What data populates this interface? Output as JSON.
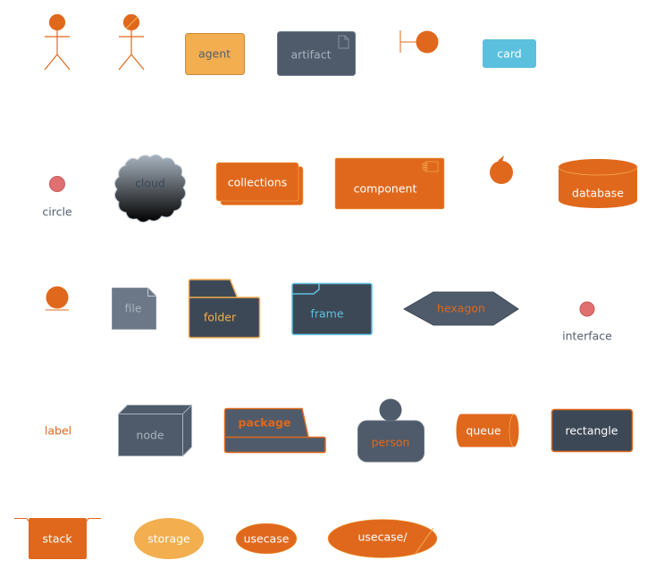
{
  "colors": {
    "orange": "#e0681c",
    "light_orange": "#f2ae4f",
    "slate": "#4f5b6b",
    "dark_slate": "#3d4856",
    "cyan": "#5bc0de",
    "red_circle": "#e07070",
    "gray_text": "#555f6d"
  },
  "elements": {
    "agent": "agent",
    "artifact": "artifact",
    "card": "card",
    "circle": "circle",
    "cloud": "cloud",
    "collections": "collections",
    "component": "component",
    "database": "database",
    "file": "file",
    "folder": "folder",
    "frame": "frame",
    "hexagon": "hexagon",
    "interface": "interface",
    "label": "label",
    "node": "node",
    "package": "package",
    "person": "person",
    "queue": "queue",
    "rectangle": "rectangle",
    "stack": "stack",
    "storage": "storage",
    "usecase": "usecase",
    "usecase_slash": "usecase/"
  }
}
